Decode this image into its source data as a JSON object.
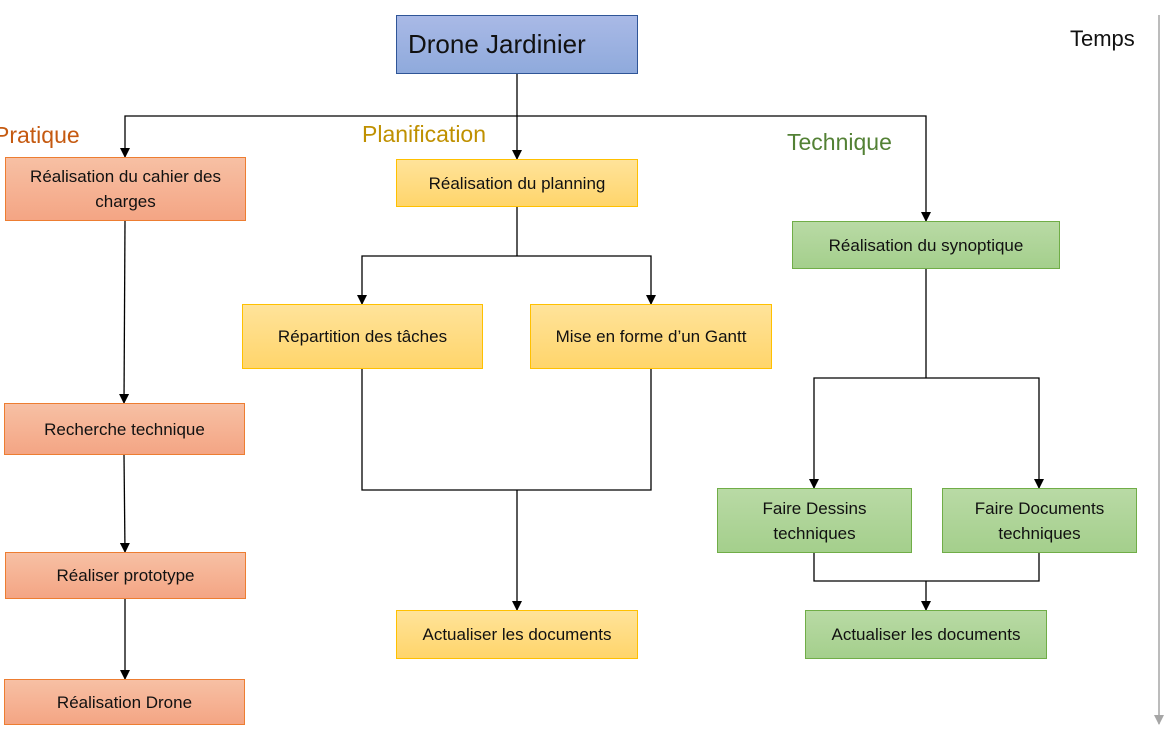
{
  "diagram": {
    "root": "Drone Jardinier",
    "time_label": "Temps",
    "branches": {
      "pratique": {
        "label": "Pratique",
        "color": "#c55a11"
      },
      "planification": {
        "label": "Planification",
        "color": "#bf9000"
      },
      "technique": {
        "label": "Technique",
        "color": "#538135"
      }
    },
    "nodes": {
      "cahier": "Réalisation du cahier des charges",
      "recherche": "Recherche technique",
      "prototype": "Réaliser prototype",
      "drone": "Réalisation Drone",
      "planning": "Réalisation du planning",
      "repartition": "Répartition des tâches",
      "gantt": "Mise en forme d’un Gantt",
      "actualiser_plan": "Actualiser les documents",
      "synoptique": "Réalisation du synoptique",
      "dessins": "Faire Dessins techniques",
      "documents": "Faire Documents techniques",
      "actualiser_tech": "Actualiser les documents"
    }
  }
}
